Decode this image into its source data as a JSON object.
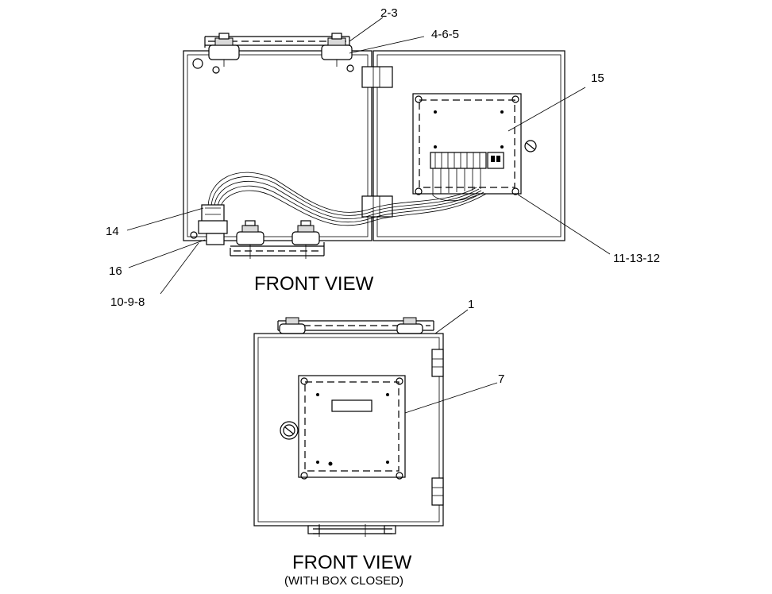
{
  "callouts": {
    "c_2_3": "2-3",
    "c_4_6_5": "4-6-5",
    "c_15": "15",
    "c_14": "14",
    "c_16": "16",
    "c_10_9_8": "10-9-8",
    "c_11_13_12": "11-13-12",
    "c_1": "1",
    "c_7": "7"
  },
  "views": {
    "open_title": "FRONT VIEW",
    "closed_title": "FRONT VIEW",
    "closed_subtitle": "(WITH BOX CLOSED)"
  }
}
